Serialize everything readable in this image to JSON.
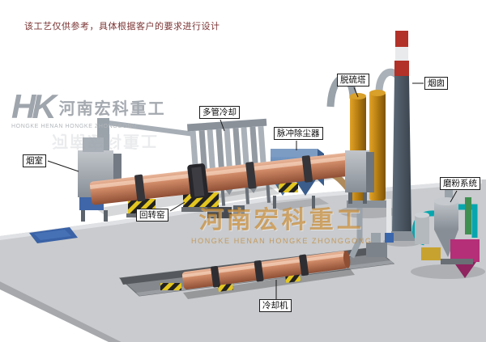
{
  "page": {
    "disclaimer": "该工艺仅供参考，具体根据客户的要求进行设计"
  },
  "logo": {
    "monogram": "HK",
    "company_name": "河南宏科重工",
    "company_name_en": "HONGKE HENAN HONGKE ZHONGGONG"
  },
  "watermark": {
    "text": "河南宏科重工",
    "subtext": "HONGKE HENAN HONGKE ZHONGGONG"
  },
  "equipment_labels": {
    "smoke_chamber": "烟室",
    "multi_tube_cooler": "多管冷却",
    "pulse_dust_collector": "脉冲除尘器",
    "desulfurization_tower": "脱硫塔",
    "chimney": "烟囱",
    "grinding_system": "磨粉系统",
    "rotary_kiln": "回转窑",
    "cooling_machine": "冷却机"
  },
  "colors": {
    "kiln_shell": "#d08a67",
    "dust_collector_blue": "#527aa8",
    "desulfurization_amber": "#b57c10",
    "chimney_band_red": "#b23128",
    "chimney_body": "#45515d",
    "grinding_cyan": "#07a6ae",
    "grinding_magenta": "#b52e78",
    "platform_gray": "#c9cbce",
    "hazard_yellow": "#e3c51f",
    "watermark_orange": "#c17c18",
    "disclaimer_maroon": "#7c3434"
  }
}
